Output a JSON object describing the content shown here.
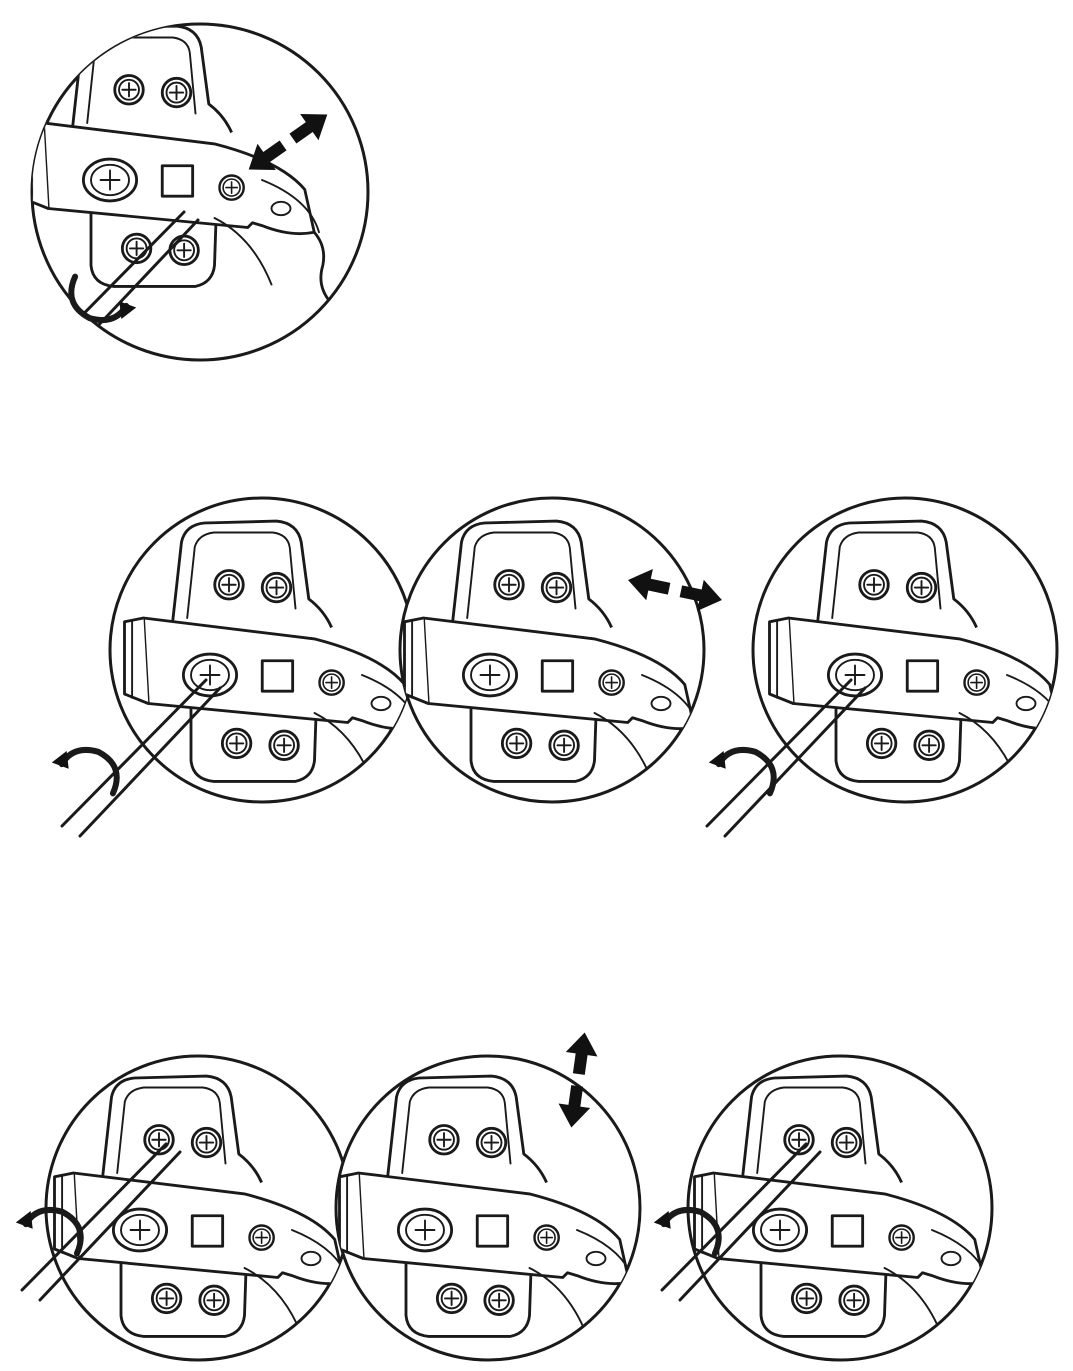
{
  "figure": {
    "ink_color": "#1a1a1a",
    "background_color": "#ffffff",
    "rows": [
      {
        "name": "depth-adjustment",
        "panels": [
          {
            "name": "depth-panel",
            "tool": "screwdriver-rear-screw",
            "turn": "screwdriver-rotation-icon",
            "move": "depth-arrow-icon"
          }
        ]
      },
      {
        "name": "side-adjustment",
        "panels": [
          {
            "name": "side-panel-before",
            "tool": "screwdriver-front-screw",
            "turn": "counter-clockwise-rotation-icon",
            "move": ""
          },
          {
            "name": "side-panel-result",
            "tool": "",
            "turn": "",
            "move": "horizontal-arrow-icon"
          },
          {
            "name": "side-panel-after",
            "tool": "screwdriver-front-screw",
            "turn": "clockwise-rotation-icon",
            "move": ""
          }
        ]
      },
      {
        "name": "height-adjustment",
        "panels": [
          {
            "name": "height-panel-before",
            "tool": "screwdriver-top-screw",
            "turn": "counter-clockwise-rotation-icon",
            "move": ""
          },
          {
            "name": "height-panel-result",
            "tool": "",
            "turn": "",
            "move": "vertical-arrow-icon"
          },
          {
            "name": "height-panel-after",
            "tool": "screwdriver-top-screw",
            "turn": "clockwise-rotation-icon",
            "move": ""
          }
        ]
      }
    ]
  }
}
